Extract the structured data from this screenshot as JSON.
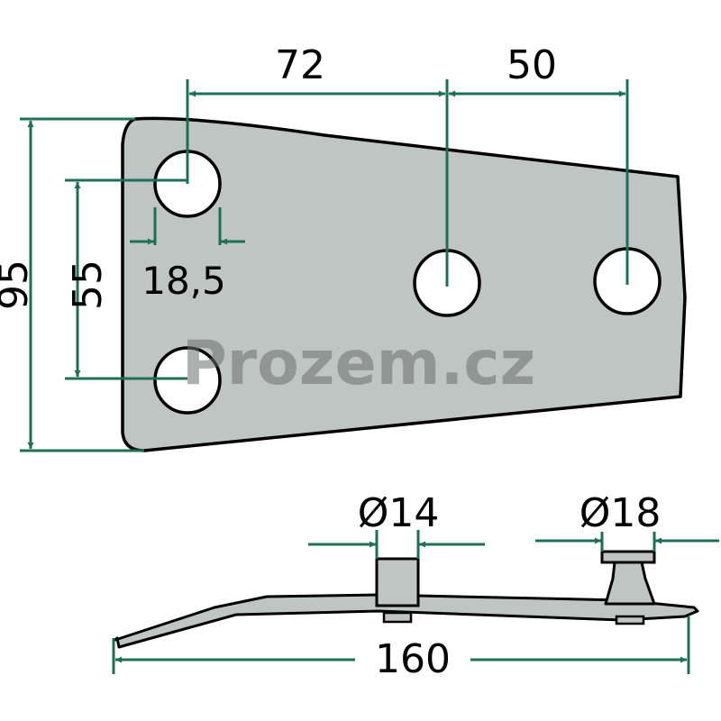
{
  "colors": {
    "dimension": "#1f6e57",
    "part_fill": "#bfc5c3",
    "part_outline": "#000000"
  },
  "watermark": "Prozem.cz",
  "plate_view": {
    "dimensions": {
      "hole_spacing_1": "72",
      "hole_spacing_2": "50",
      "height": "95",
      "hole_vertical_spacing": "55",
      "hole_diameter": "18,5"
    }
  },
  "side_view": {
    "dimensions": {
      "stud_diameter": "Ø14",
      "bolt_diameter": "Ø18",
      "length": "160"
    }
  }
}
